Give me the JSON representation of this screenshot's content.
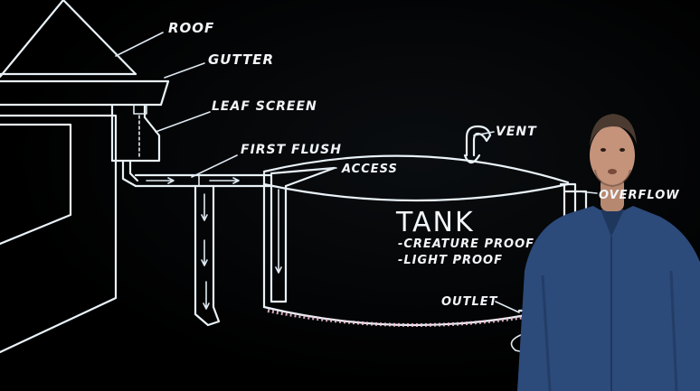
{
  "labels": {
    "roof": "ROOF",
    "gutter": "GUTTER",
    "leaf_screen": "LEAF SCREEN",
    "first_flush": "FIRST FLUSH",
    "access": "ACCESS",
    "vent": "VENT",
    "overflow": "OVERFLOW",
    "tank": "TANK",
    "creature_proof": "-CREATURE PROOF",
    "light_proof": "-LIGHT PROOF",
    "outlet": "OUTLET"
  },
  "colors": {
    "background": "#000000",
    "chalk": "#e9f2f8",
    "presenter_shirt": "#2c4a7a"
  }
}
